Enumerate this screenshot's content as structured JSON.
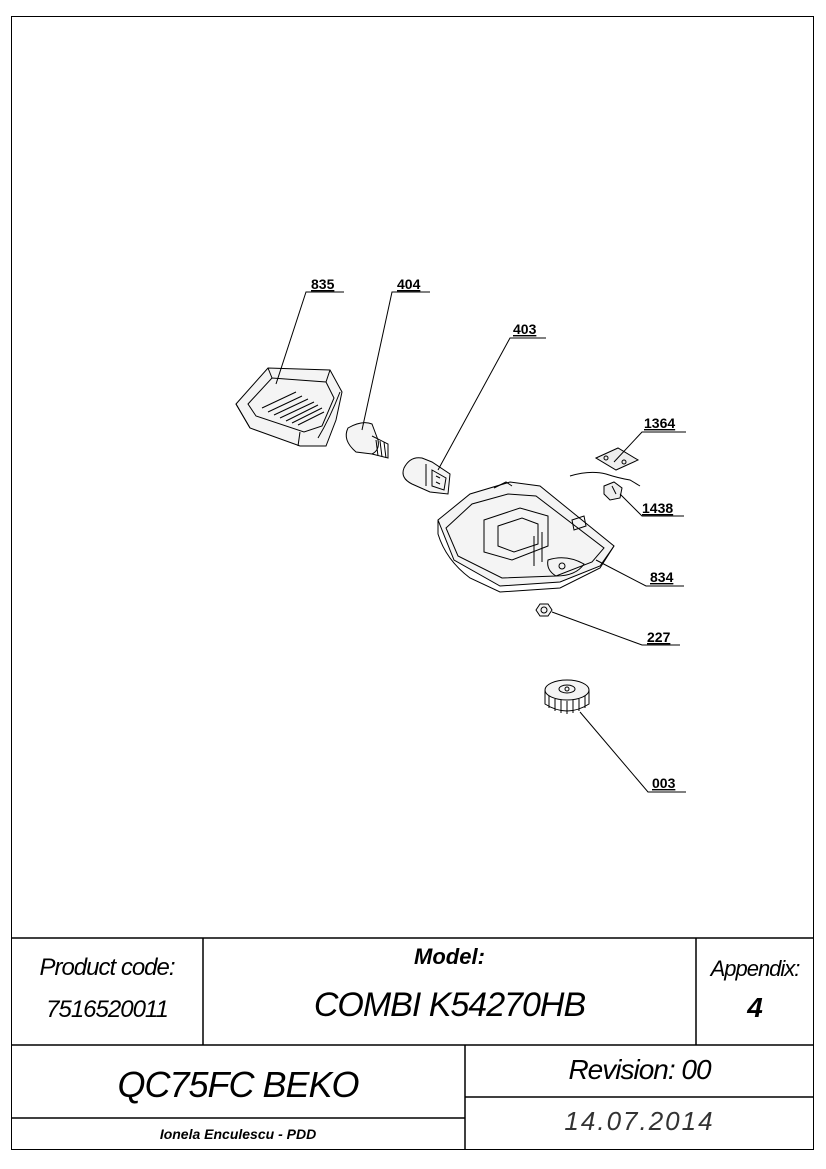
{
  "callouts": [
    {
      "id": "835",
      "label": "835"
    },
    {
      "id": "404",
      "label": "404"
    },
    {
      "id": "403",
      "label": "403"
    },
    {
      "id": "1364",
      "label": "1364"
    },
    {
      "id": "1438",
      "label": "1438"
    },
    {
      "id": "834",
      "label": "834"
    },
    {
      "id": "227",
      "label": "227"
    },
    {
      "id": "003",
      "label": "003"
    }
  ],
  "title_block": {
    "product_code_label": "Product code:",
    "product_code_value": "7516520011",
    "model_label": "Model:",
    "model_value": "COMBI K54270HB",
    "appendix_label": "Appendix:",
    "appendix_value": "4",
    "assembly_name": "QC75FC BEKO",
    "author": "Ionela Enculescu - PDD",
    "revision": "Revision: 00",
    "date": "14.07.2014"
  }
}
